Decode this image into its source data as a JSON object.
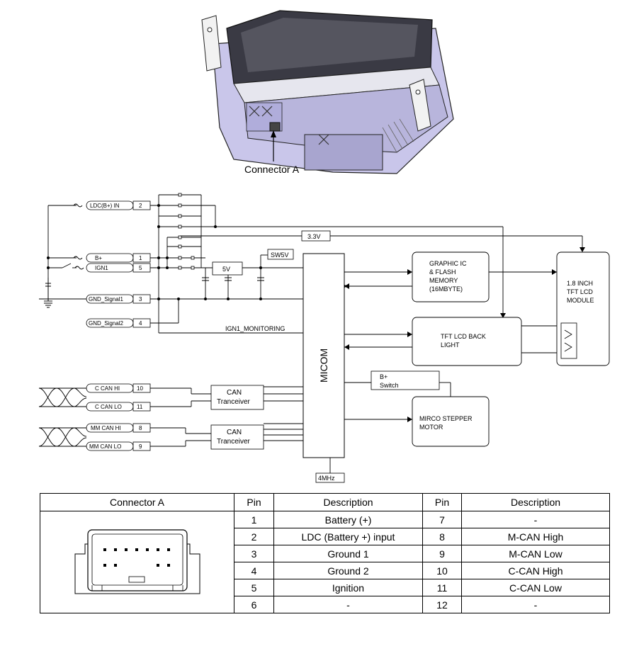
{
  "connector_callout": "Connector A",
  "pins_left": [
    {
      "label": "LDC(B+)  IN",
      "num": "2"
    },
    {
      "label": "B+",
      "num": "1"
    },
    {
      "label": "IGN1",
      "num": "5"
    },
    {
      "label": "GND_Signal1",
      "num": "3"
    },
    {
      "label": "GND_Signal2",
      "num": "4"
    },
    {
      "label": "C CAN HI",
      "num": "10"
    },
    {
      "label": "C CAN LO",
      "num": "11"
    },
    {
      "label": "MM CAN HI",
      "num": "8"
    },
    {
      "label": "MM CAN LO",
      "num": "9"
    }
  ],
  "blocks": {
    "v33": "3.3V",
    "sw5v": "SW5V",
    "v5": "5V",
    "micom": "MICOM",
    "ign_mon": "IGN1_MONITORING",
    "graphic": [
      "GRAPHIC IC",
      "& FLASH",
      "MEMORY",
      "(16MBYTE)"
    ],
    "tft_module": [
      "1.8 INCH",
      "TFT LCD",
      "MODULE"
    ],
    "backlight": [
      "TFT LCD BACK",
      "LIGHT"
    ],
    "bplus_switch": [
      "B+",
      "Switch"
    ],
    "stepper": [
      "MIRCO STEPPER",
      "MOTOR"
    ],
    "can1": [
      "CAN",
      "Tranceiver"
    ],
    "can2": [
      "CAN",
      "Tranceiver"
    ],
    "clock": "4MHz"
  },
  "table": {
    "headers": [
      "Connector A",
      "Pin",
      "Description",
      "Pin",
      "Description"
    ],
    "rows": [
      [
        "1",
        "Battery (+)",
        "7",
        "-"
      ],
      [
        "2",
        "LDC (Battery +) input",
        "8",
        "M-CAN High"
      ],
      [
        "3",
        "Ground 1",
        "9",
        "M-CAN Low"
      ],
      [
        "4",
        "Ground 2",
        "10",
        "C-CAN High"
      ],
      [
        "5",
        "Ignition",
        "11",
        "C-CAN Low"
      ],
      [
        "6",
        "-",
        "12",
        "-"
      ]
    ]
  },
  "colors": {
    "housing_body": "#c9c6ea",
    "housing_shade": "#9d9ac4",
    "housing_top": "#3a3a44",
    "line": "#000000"
  }
}
